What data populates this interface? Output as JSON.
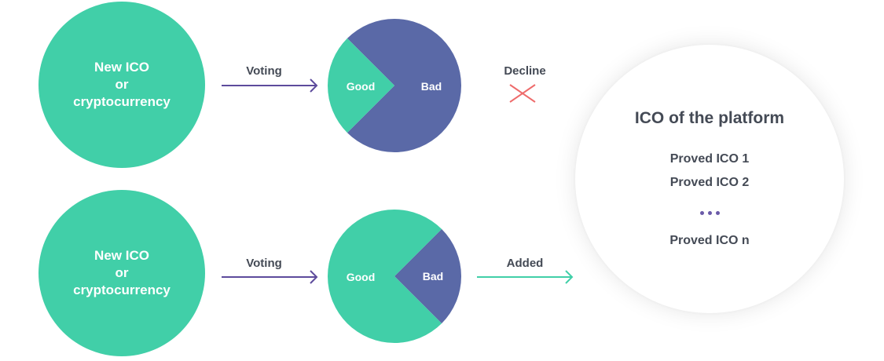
{
  "rows": [
    {
      "source_lines": [
        "New ICO",
        "or",
        "cryptocurrency"
      ],
      "action_label": "Voting",
      "pie": {
        "good_label": "Good",
        "bad_label": "Bad",
        "good_share": 0.25,
        "bad_share": 0.75
      },
      "outcome_label": "Decline"
    },
    {
      "source_lines": [
        "New ICO",
        "or",
        "cryptocurrency"
      ],
      "action_label": "Voting",
      "pie": {
        "good_label": "Good",
        "bad_label": "Bad",
        "good_share": 0.75,
        "bad_share": 0.25
      },
      "outcome_label": "Added"
    }
  ],
  "platform": {
    "title": "ICO of the platform",
    "items": [
      "Proved ICO 1",
      "Proved ICO 2"
    ],
    "ellipsis": "•••",
    "last_item": "Proved ICO n"
  },
  "colors": {
    "good": "#41cfa8",
    "bad": "#5a69a7",
    "voting_arrow": "#5d4b9c",
    "added_arrow": "#41cfa8",
    "decline_cross": "#ee6b6b",
    "text": "#444a55"
  }
}
